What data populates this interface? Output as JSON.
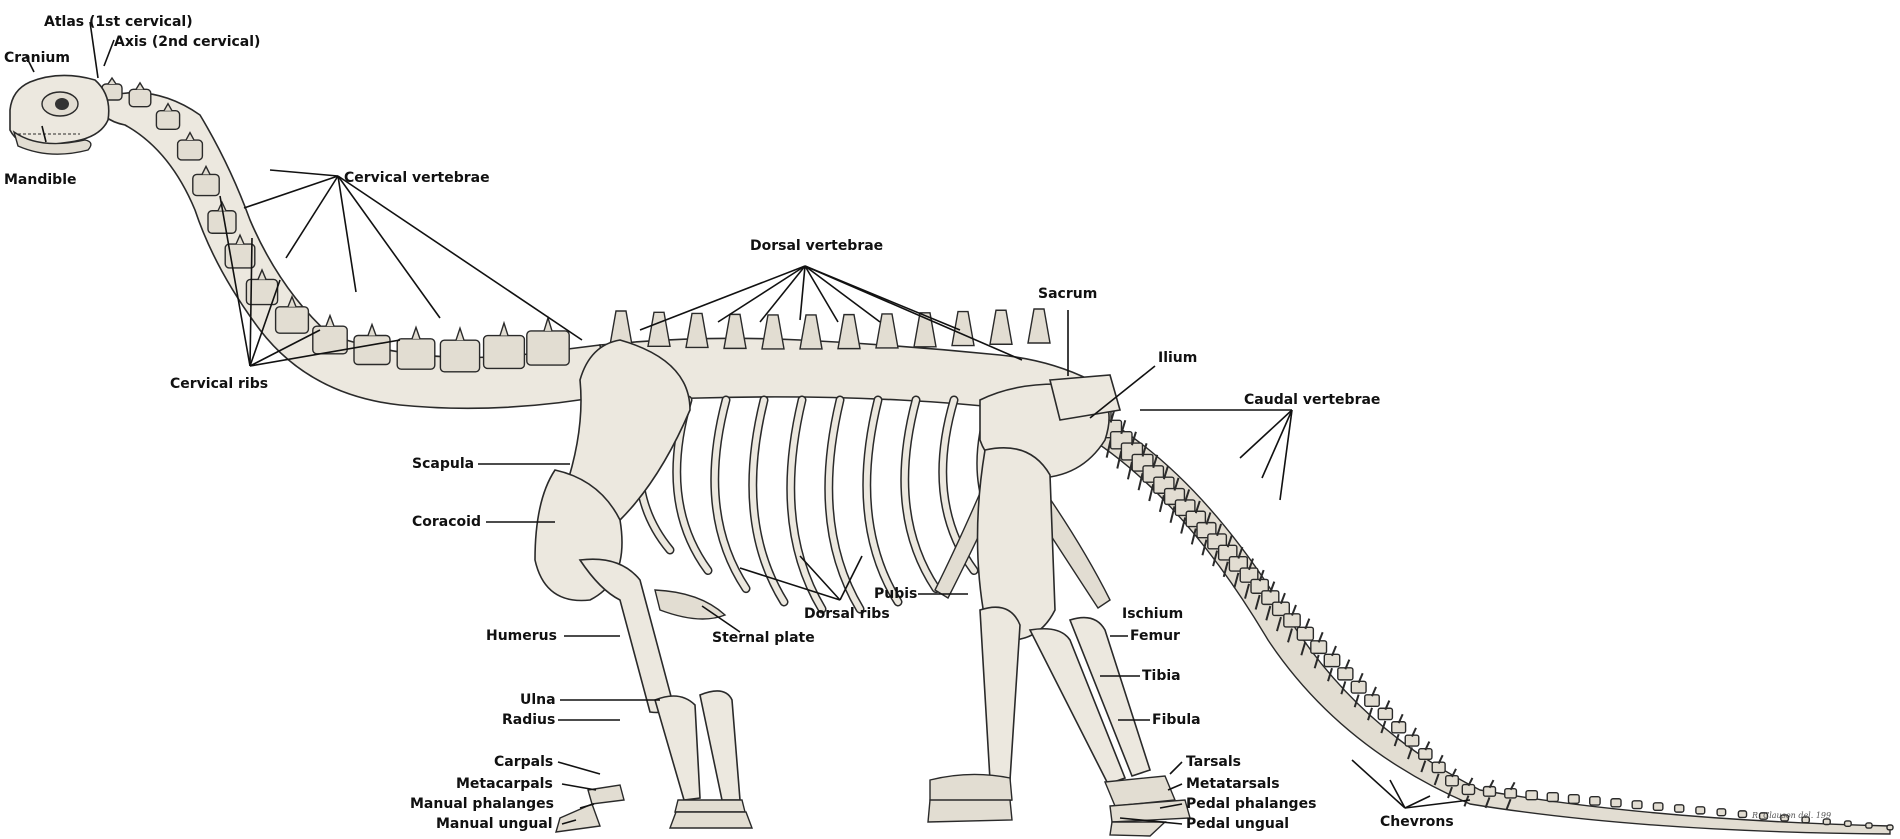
{
  "labels": {
    "atlas": "Atlas (1st cervical)",
    "axis": "Axis (2nd cervical)",
    "cranium": "Cranium",
    "mandible": "Mandible",
    "cervical_vertebrae": "Cervical vertebrae",
    "cervical_ribs": "Cervical ribs",
    "dorsal_vertebrae": "Dorsal vertebrae",
    "sacrum": "Sacrum",
    "ilium": "Ilium",
    "caudal_vertebrae": "Caudal vertebrae",
    "scapula": "Scapula",
    "coracoid": "Coracoid",
    "pubis": "Pubis",
    "dorsal_ribs": "Dorsal ribs",
    "ischium": "Ischium",
    "sternal_plate": "Sternal plate",
    "humerus": "Humerus",
    "femur": "Femur",
    "tibia": "Tibia",
    "ulna": "Ulna",
    "radius": "Radius",
    "fibula": "Fibula",
    "carpals": "Carpals",
    "metacarpals": "Metacarpals",
    "manual_phalanges": "Manual phalanges",
    "manual_ungual": "Manual ungual",
    "tarsals": "Tarsals",
    "metatarsals": "Metatarsals",
    "pedal_phalanges": "Pedal phalanges",
    "pedal_ungual": "Pedal ungual",
    "chevrons": "Chevrons"
  },
  "signature": "R. Clauson del. 199"
}
